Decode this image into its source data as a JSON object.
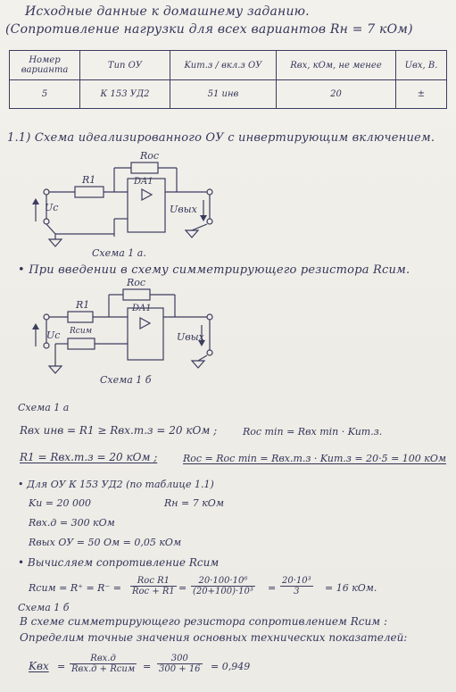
{
  "header": {
    "line1": "Исходные данные к домашнему заданию.",
    "line2": "(Сопротивление нагрузки для всех вариантов  Rн = 7 кОм)"
  },
  "params_table": {
    "headers": [
      "Номер варианта",
      "Тип ОУ",
      "Kuт.з / вкл.з ОУ",
      "Rвх, кОм, не менее",
      "Uвх, В."
    ],
    "row": [
      "5",
      "К 153 УД2",
      "51 инв",
      "20",
      "±"
    ]
  },
  "section1": {
    "title": "1.1) Схема идеализированного ОУ с инвертирующим включением.",
    "caption": "Схема 1 а.",
    "labels": {
      "roc": "Roc",
      "r1": "R1",
      "da": "DA1",
      "uc": "Uc",
      "uout": "Uвых"
    }
  },
  "section2": {
    "title": "• При введении в схему симметрирующего резистора Rсим.",
    "caption": "Схема 1 б",
    "labels": {
      "roc": "Roc",
      "r1": "R1",
      "rsim": "Rсим",
      "da": "DA1",
      "uc": "Uc",
      "uout": "Uвых"
    }
  },
  "calc": {
    "scheme_title": "Схема 1 а",
    "line1": "Rвх инв = R1 ≥ Rвх.т.з = 20 кОм ;",
    "line1_right": "Roc min = Rвх min · Kuт.з.",
    "line2": "R1 = Rвх.т.з = 20 кОм ;",
    "line2_right": "Roc = Roc min = Rвх.т.з · Kuт.з = 20·5 = 100 кОм",
    "ou_title": "• Для ОУ  К 153 УД2  (по таблице 1.1)",
    "ku": "Kи = 20 000",
    "rn": "Rн = 7 кОм",
    "rvxd": "Rвх.д = 300 кОм",
    "rvyx": "Rвых ОУ = 50 Ом = 0,05 кОм",
    "vych": "• Вычисляем сопротивление Rсим",
    "rsim_lhs": "Rсим = R⁺ = R⁻ =",
    "rsim_f1_num": "Roc R1",
    "rsim_f1_den": "Roc + R1",
    "eq": "=",
    "rsim_f2_num": "20·100·10⁶",
    "rsim_f2_den": "(20+100)·10³",
    "rsim_f3_num": "20·10³",
    "rsim_f3_den": "3",
    "rsim_result": "= 16 кОм.",
    "scheme2": "Схема 1 б",
    "note1": "В схеме симметрирующего резистора сопротивлением Rсим :",
    "note2": "Определим точные значения основных технических показателей:",
    "kvx_lhs": "Kвх",
    "kvx_num": "Rвх.д",
    "kvx_den": "Rвх.д + Rсим",
    "kvx_f2_num": "300",
    "kvx_f2_den": "300 + 16",
    "kvx_result": "= 0,949"
  }
}
